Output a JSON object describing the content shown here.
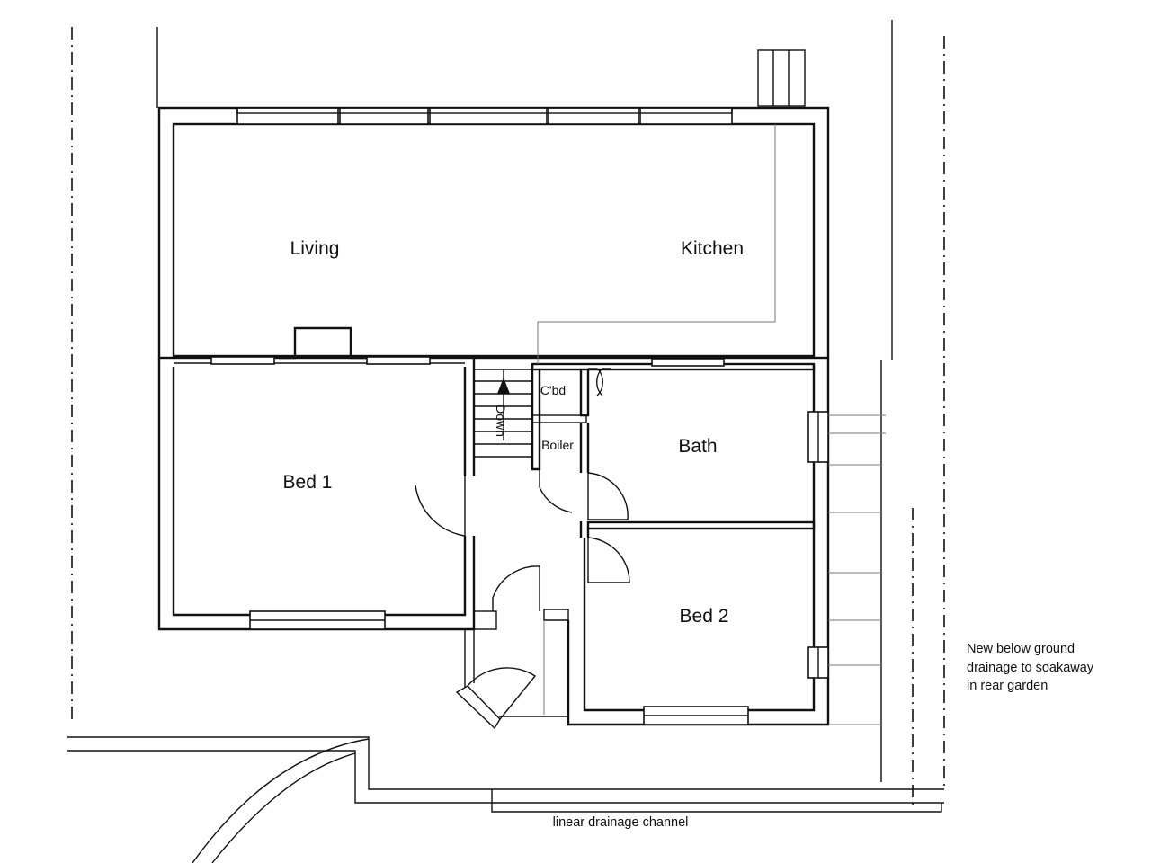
{
  "rooms": {
    "living": "Living",
    "kitchen": "Kitchen",
    "bed1": "Bed 1",
    "bed2": "Bed 2",
    "bath": "Bath",
    "cupboard": "C'bd",
    "boiler": "Boiler"
  },
  "stair_label": "Down",
  "notes": {
    "drainage_line1": "New below ground",
    "drainage_line2": "drainage to soakaway",
    "drainage_line3": "in rear garden",
    "channel": "linear drainage channel"
  }
}
